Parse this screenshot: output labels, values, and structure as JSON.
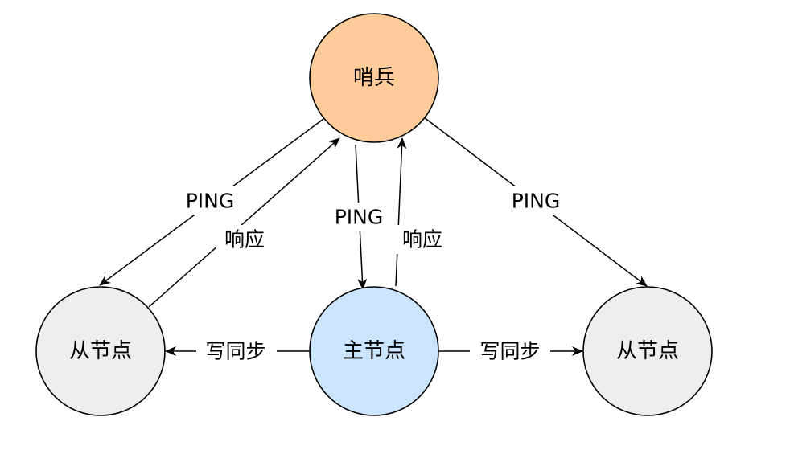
{
  "nodes": {
    "sentinel": {
      "label": "哨兵",
      "color": "#FFCC99"
    },
    "master": {
      "label": "主节点",
      "color": "#CCE5FF"
    },
    "slave_left": {
      "label": "从节点",
      "color": "#EEEEEE"
    },
    "slave_right": {
      "label": "从节点",
      "color": "#EEEEEE"
    }
  },
  "edges": {
    "ping_left": {
      "label": "PING"
    },
    "response_left": {
      "label": "响应"
    },
    "ping_master": {
      "label": "PING"
    },
    "response_master": {
      "label": "响应"
    },
    "ping_right": {
      "label": "PING"
    },
    "sync_left": {
      "label": "写同步"
    },
    "sync_right": {
      "label": "写同步"
    }
  }
}
